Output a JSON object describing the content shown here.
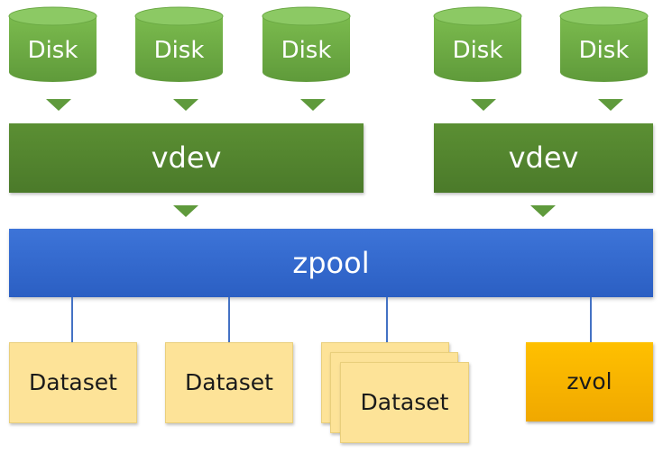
{
  "disks": [
    {
      "label": "Disk"
    },
    {
      "label": "Disk"
    },
    {
      "label": "Disk"
    },
    {
      "label": "Disk"
    },
    {
      "label": "Disk"
    }
  ],
  "vdevs": [
    {
      "label": "vdev"
    },
    {
      "label": "vdev"
    }
  ],
  "zpool": {
    "label": "zpool"
  },
  "datasets": [
    {
      "label": "Dataset"
    },
    {
      "label": "Dataset"
    },
    {
      "label": "Dataset"
    }
  ],
  "zvol": {
    "label": "zvol"
  },
  "colors": {
    "disk": "#70ad47",
    "vdev": "#548235",
    "zpool": "#3366cc",
    "dataset": "#ffe699",
    "zvol": "#ffc000"
  }
}
